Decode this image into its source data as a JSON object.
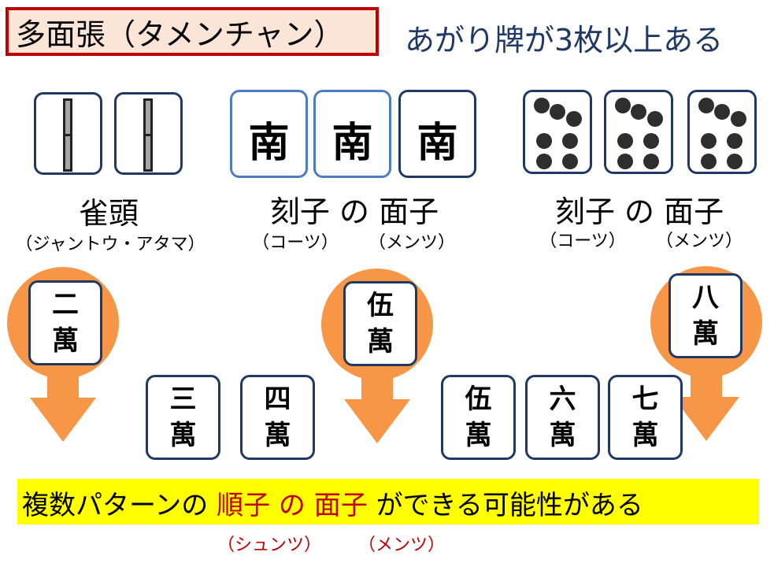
{
  "title": "多面張（タメンチャン）",
  "subtitle": "あがり牌が3枚以上ある",
  "groups": {
    "pair": {
      "label": "雀頭",
      "reading": "（ジャントウ・アタマ）"
    },
    "south_set": {
      "tile": "南",
      "label": "刻子 の 面子",
      "reading_a": "（コーツ）",
      "reading_b": "（メンツ）"
    },
    "pin_set": {
      "label": "刻子 の 面子",
      "reading_a": "（コーツ）",
      "reading_b": "（メンツ）"
    }
  },
  "wait_tiles": [
    {
      "num": "二",
      "suit": "萬"
    },
    {
      "num": "伍",
      "suit": "萬"
    },
    {
      "num": "八",
      "suit": "萬"
    }
  ],
  "hand_tiles": [
    {
      "num": "三",
      "suit": "萬"
    },
    {
      "num": "四",
      "suit": "萬"
    },
    {
      "num": "伍",
      "suit": "萬"
    },
    {
      "num": "六",
      "suit": "萬"
    },
    {
      "num": "七",
      "suit": "萬"
    }
  ],
  "bottom": {
    "before": "複数パターンの",
    "highlight": "順子 の 面子",
    "after": "ができる可能性がある",
    "reading_a": "（シュンツ）",
    "reading_b": "（メンツ）"
  },
  "colors": {
    "title_border": "#c00000",
    "title_bg": "#fbe5d6",
    "subtitle": "#1f3864",
    "tile_border": "#1f3864",
    "arrow": "#f79646",
    "highlight_bg": "#ffff00",
    "red": "#c00000"
  }
}
